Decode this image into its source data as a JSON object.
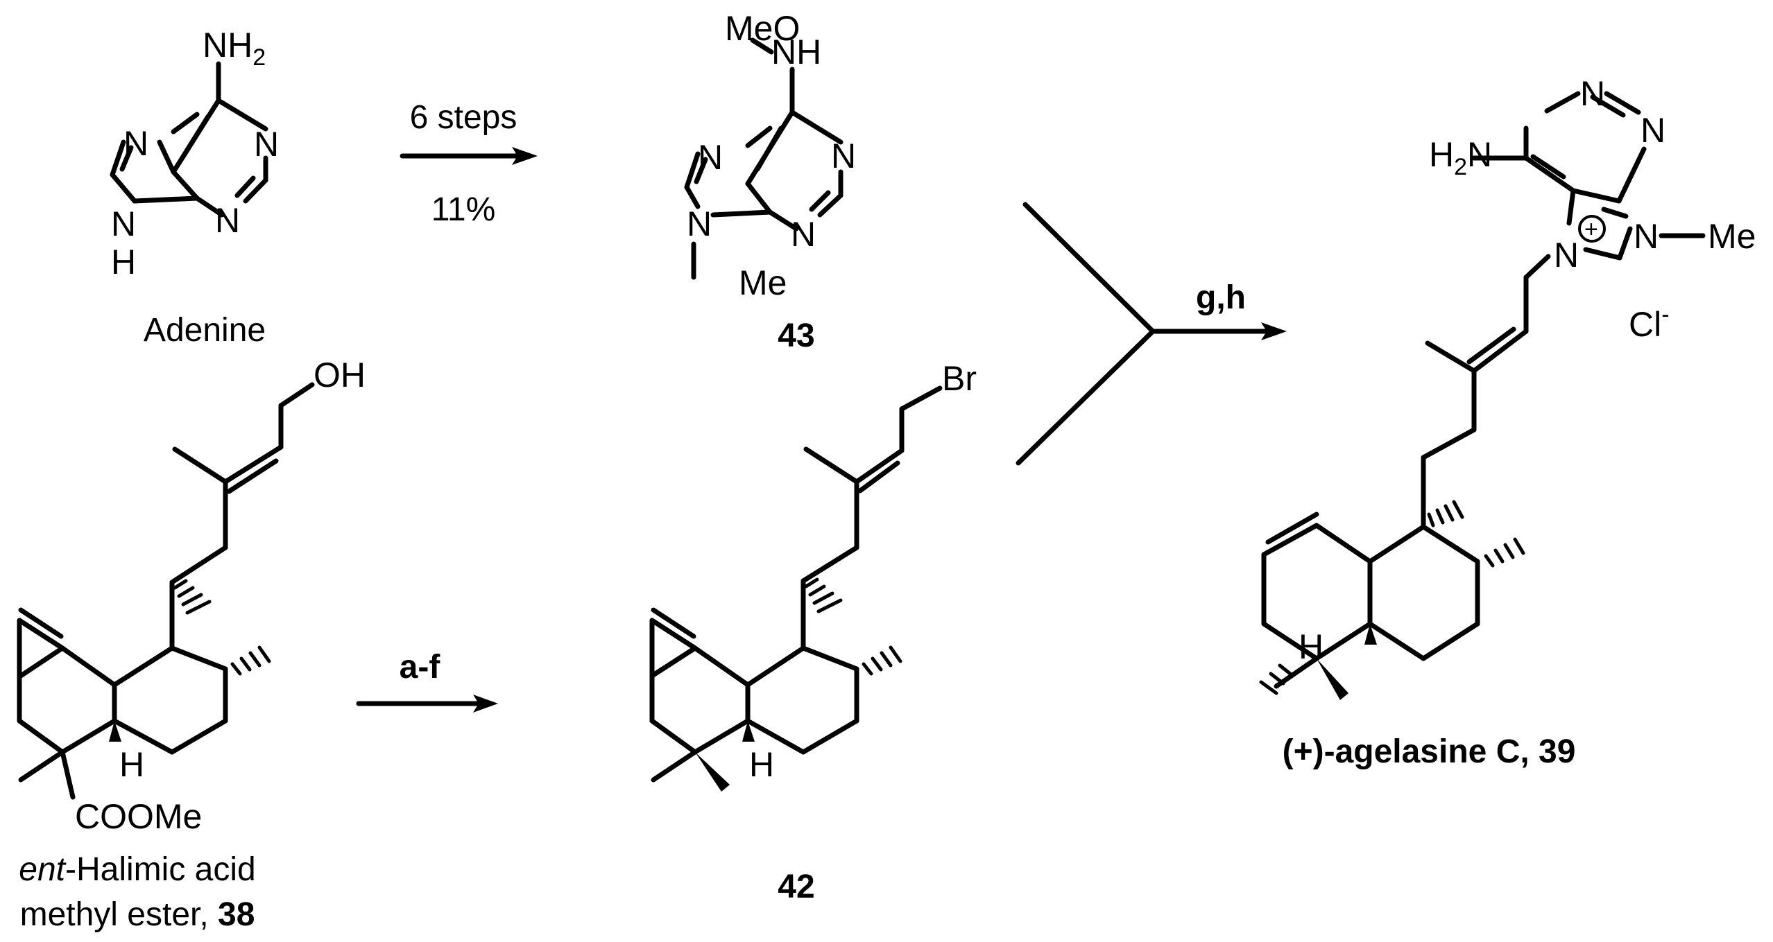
{
  "scheme": {
    "reactions": [
      {
        "above": "6 steps",
        "below": "11%"
      },
      {
        "above": "a-f"
      },
      {
        "above": "g,h"
      }
    ],
    "compounds": {
      "adenine": {
        "label": "Adenine"
      },
      "c43": {
        "label": "43"
      },
      "c38": {
        "name_italic": "ent",
        "name_rest": "-Halimic acid",
        "line2": "methyl ester, ",
        "number": "38"
      },
      "c42": {
        "label": "42"
      },
      "c39": {
        "label": "(+)-agelasine C, 39"
      }
    },
    "atoms": {
      "N": "N",
      "H": "H",
      "NH": "NH",
      "NH2_main": "NH",
      "sub2": "2",
      "H2N_main": "H",
      "H2N_N": "N",
      "MeO": "MeO",
      "Me": "Me",
      "OH": "OH",
      "Br": "Br",
      "COOMe": "COOMe",
      "Cl": "Cl",
      "minus": "-",
      "plus": "+"
    }
  }
}
